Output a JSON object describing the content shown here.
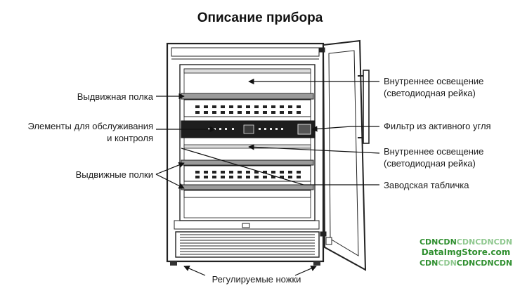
{
  "title": "Описание прибора",
  "labels": {
    "pull_out_shelf": "Выдвижная полка",
    "controls_line1": "Элементы для обслуживания",
    "controls_line2": "и контроля",
    "pull_out_shelves": "Выдвижные полки",
    "interior_light_top_line1": "Внутреннее освещение",
    "interior_light_top_line2": "(светодиодная рейка)",
    "carbon_filter": "Фильтр из активного угля",
    "interior_light_mid_line1": "Внутреннее освещение",
    "interior_light_mid_line2": "(светодиодная рейка)",
    "rating_plate": "Заводская табличка",
    "adjustable_feet": "Регулируемые ножки"
  },
  "watermark": {
    "line1_a": "CDN",
    "line1_b": "CDN",
    "line1_c": "CDN",
    "line1_d": "CDN",
    "line1_e": "CDN",
    "site": "DataImgStore.com",
    "line3_a": "CDN",
    "line3_b": "CDN",
    "line3_c": "CDN",
    "line3_d": "CDN",
    "line3_e": "CDN",
    "color_dark": "#2f8f2f",
    "color_light": "#8fc88f"
  }
}
